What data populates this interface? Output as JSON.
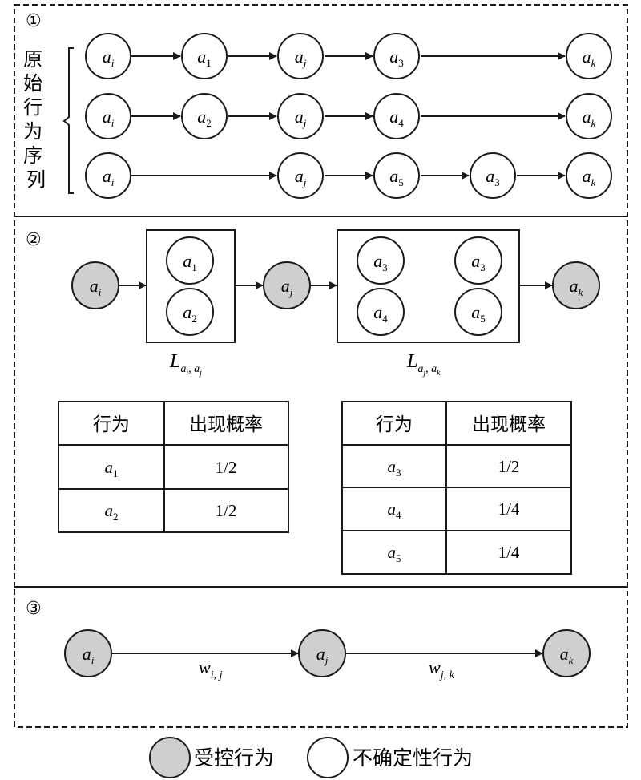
{
  "panels": [
    {
      "marker": "①"
    },
    {
      "marker": "②"
    },
    {
      "marker": "③"
    }
  ],
  "panel1": {
    "bracket_label": "原始行为序列",
    "sequences": [
      [
        {
          "b": "a",
          "s": "i"
        },
        {
          "b": "a",
          "s": "1"
        },
        {
          "b": "a",
          "s": "j"
        },
        {
          "b": "a",
          "s": "3"
        },
        {
          "b": "a",
          "s": "k"
        }
      ],
      [
        {
          "b": "a",
          "s": "i"
        },
        {
          "b": "a",
          "s": "2"
        },
        {
          "b": "a",
          "s": "j"
        },
        {
          "b": "a",
          "s": "4"
        },
        {
          "b": "a",
          "s": "k"
        }
      ],
      [
        {
          "b": "a",
          "s": "i"
        },
        {
          "b": "a",
          "s": "j"
        },
        {
          "b": "a",
          "s": "5"
        },
        {
          "b": "a",
          "s": "3"
        },
        {
          "b": "a",
          "s": "k"
        }
      ]
    ]
  },
  "panel2": {
    "controlled_nodes": [
      {
        "b": "a",
        "s": "i"
      },
      {
        "b": "a",
        "s": "j"
      },
      {
        "b": "a",
        "s": "k"
      }
    ],
    "box1": {
      "nodes": [
        {
          "b": "a",
          "s": "1"
        },
        {
          "b": "a",
          "s": "2"
        }
      ],
      "label": {
        "main": "L",
        "sub1": "a",
        "sub1sub": "i",
        "sep": ", ",
        "sub2": "a",
        "sub2sub": "j"
      }
    },
    "box2": {
      "nodes": [
        {
          "b": "a",
          "s": "3"
        },
        {
          "b": "a",
          "s": "3"
        },
        {
          "b": "a",
          "s": "4"
        },
        {
          "b": "a",
          "s": "5"
        }
      ],
      "label": {
        "main": "L",
        "sub1": "a",
        "sub1sub": "j",
        "sep": ", ",
        "sub2": "a",
        "sub2sub": "k"
      }
    },
    "table1": {
      "headers": [
        "行为",
        "出现概率"
      ],
      "rows": [
        {
          "b": "a",
          "s": "1",
          "p": "1/2"
        },
        {
          "b": "a",
          "s": "2",
          "p": "1/2"
        }
      ]
    },
    "table2": {
      "headers": [
        "行为",
        "出现概率"
      ],
      "rows": [
        {
          "b": "a",
          "s": "3",
          "p": "1/2"
        },
        {
          "b": "a",
          "s": "4",
          "p": "1/4"
        },
        {
          "b": "a",
          "s": "5",
          "p": "1/4"
        }
      ]
    }
  },
  "panel3": {
    "nodes": [
      {
        "b": "a",
        "s": "i"
      },
      {
        "b": "a",
        "s": "j"
      },
      {
        "b": "a",
        "s": "k"
      }
    ],
    "weights": [
      {
        "b": "w",
        "s": "i, j"
      },
      {
        "b": "w",
        "s": "j, k"
      }
    ]
  },
  "legend": {
    "controlled": "受控行为",
    "uncertain": "不确定性行为"
  },
  "colors": {
    "controlled_fill": "#cfcfcf",
    "uncertain_fill": "#ffffff",
    "stroke": "#1a1a1a"
  }
}
